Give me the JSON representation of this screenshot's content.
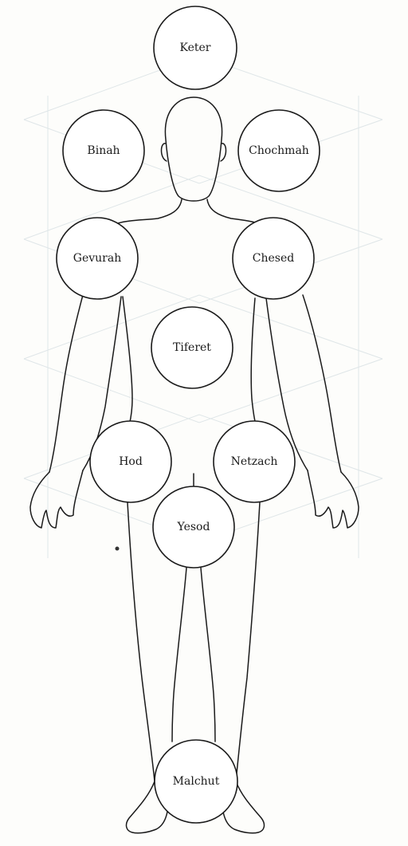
{
  "sefirot": {
    "keter": "Keter",
    "binah": "Binah",
    "chochmah": "Chochmah",
    "gevurah": "Gevurah",
    "chesed": "Chesed",
    "tiferet": "Tiferet",
    "hod": "Hod",
    "netzach": "Netzach",
    "yesod": "Yesod",
    "malchut": "Malchut"
  },
  "colors": {
    "line": "#1a1a1a",
    "circle_fill": "#ffffff",
    "paper": "#fdfdfb"
  }
}
